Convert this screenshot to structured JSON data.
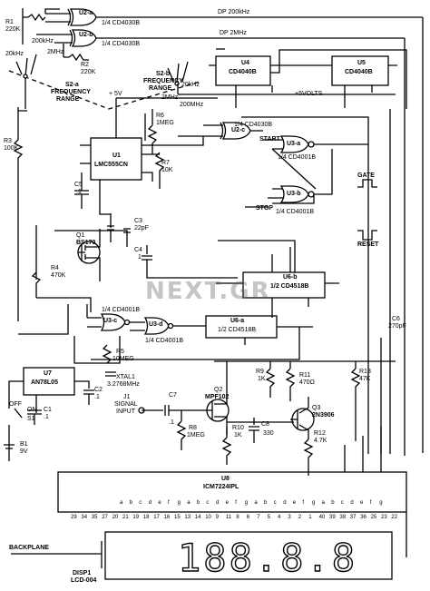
{
  "labels": {
    "u2a": "U2-a",
    "u2b": "U2-b",
    "cd4030_a": "1/4 CD4030B",
    "cd4030_b": "1/4 CD4030B",
    "dp200": "DP 200kHz",
    "dp2m": "DP 2MHz",
    "r1": "R1",
    "r1v": "220K",
    "r2": "R2",
    "r2v": "220K",
    "k200a": "200kHz",
    "k20a": "20kHz",
    "m2a": "2MHz",
    "s2a": "S2-a",
    "freq_a": "FREQUENCY",
    "range_a": "RANGE",
    "s2b": "S2-b",
    "freq_b": "FREQUENCY",
    "range_b": "RANGE",
    "m2b": "2MHz",
    "k20b": "20kHz",
    "m200": "200MHz",
    "u4": "U4",
    "u4c": "CD4040B",
    "u5": "U5",
    "u5c": "CD4040B",
    "v5a": "+ 5V",
    "v5b": "+5VOLTS",
    "r6": "R6",
    "r6v": "1MEG",
    "r3": "R3",
    "r3v": "100K",
    "u1": "U1",
    "u1c": "LMC555CN",
    "r7": "R7",
    "r7v": "10K",
    "c5": "C5",
    "c5v": ".1",
    "u2c": "U2-c",
    "cd4030_c": "1/4 CD4030B",
    "start": "START",
    "u3a": "U3-a",
    "cd4001_a": "1/4 CD4001B",
    "gate": "GATE",
    "u3b": "U3-b",
    "stop": "STOP",
    "cd4001_b": "1/4 CD4001B",
    "reset": "RESET",
    "q1": "Q1",
    "q1p": "BS170",
    "c3": "C3",
    "c3v": "22pF",
    "c4": "C4",
    "c4v": "1",
    "r4": "R4",
    "r4v": "470K",
    "u6b": "U6-b",
    "u6b_c": "1/2 CD4518B",
    "u3c": "U3-c",
    "cd4001_c": "1/4 CD4001B",
    "u3d": "U3-d",
    "cd4001_d": "1/4 CD4001B",
    "u6a": "U6-a",
    "u6a_c": "1/2 CD4518B",
    "c6": "C6",
    "c6v": "270pF",
    "r5": "R5",
    "r5v": "10MEG",
    "xtal": "XTAL1",
    "xtalv": "3.2768MHz",
    "u7": "U7",
    "u7p": "AN78L05",
    "c2": "C2",
    "c2v": ".1",
    "c1": "C1",
    "c1v": ".1",
    "off": "OFF",
    "on": "ON",
    "s1": "S1",
    "b1": "B1",
    "b1v": "9V",
    "r9": "R9",
    "r9v": "1K",
    "r11": "R11",
    "r11v": "470Ω",
    "r13": "R13",
    "r13v": "47K",
    "q2": "Q2",
    "q2p": "MPF102",
    "q3": "Q3",
    "q3p": "2N3906",
    "j1": "J1",
    "sig1": "SIGNAL",
    "sig2": "INPUT",
    "c7": "C7",
    "c7v": ".1",
    "r8": "R8",
    "r8v": "1MEG",
    "r10": "R10",
    "r10v": "1K",
    "c8": "C8",
    "c8v": "330",
    "r12": "R12",
    "r12v": "4.7K",
    "u8": "U8",
    "u8c": "ICM7224IPL",
    "backplane": "BACKPLANE",
    "disp": "DISP1",
    "dispp": "LCD-004",
    "readout": "188.8.8",
    "watermark": "NEXT.GR",
    "pins_bottom": [
      "29",
      "34",
      "35",
      "27",
      "20",
      "21",
      "19",
      "18",
      "17",
      "16",
      "15",
      "13",
      "14",
      "10",
      "9",
      "11",
      "8",
      "6",
      "7",
      "5",
      "4",
      "3",
      "2",
      "1",
      "40",
      "39",
      "38",
      "37",
      "36",
      "25",
      "23",
      "22"
    ],
    "seg_letters": [
      "a",
      "b",
      "c",
      "d",
      "e",
      "f",
      "g",
      "a",
      "b",
      "c",
      "d",
      "e",
      "f",
      "g",
      "a",
      "b",
      "c",
      "d",
      "e",
      "f",
      "g",
      "a",
      "b",
      "c",
      "d",
      "e",
      "f",
      "g"
    ]
  }
}
